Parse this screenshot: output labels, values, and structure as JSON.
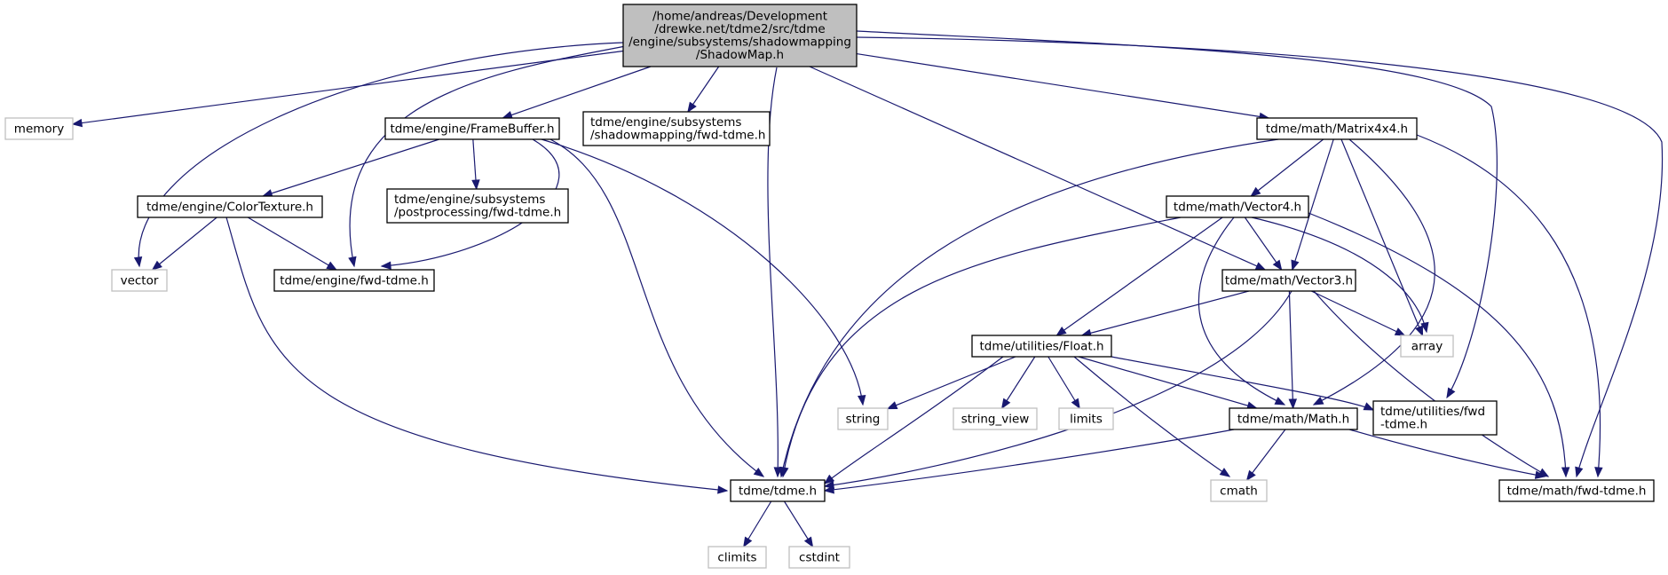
{
  "colors": {
    "edge": "#191970",
    "root_fill": "#bfbfbf",
    "root_stroke": "#000000",
    "node_fill": "#ffffff",
    "node_stroke": "#000000",
    "system_stroke": "#bfbfbf"
  },
  "nodes": {
    "root": {
      "lines": [
        "/home/andreas/Development",
        "/drewke.net/tdme2/src/tdme",
        "/engine/subsystems/shadowmapping",
        "/ShadowMap.h"
      ],
      "kind": "root"
    },
    "memory": {
      "lines": [
        "memory"
      ],
      "kind": "system"
    },
    "vector": {
      "lines": [
        "vector"
      ],
      "kind": "system"
    },
    "framebuffer": {
      "lines": [
        "tdme/engine/FrameBuffer.h"
      ],
      "kind": "header"
    },
    "smfwd": {
      "lines": [
        "tdme/engine/subsystems",
        "/shadowmapping/fwd-tdme.h"
      ],
      "kind": "header"
    },
    "colortexture": {
      "lines": [
        "tdme/engine/ColorTexture.h"
      ],
      "kind": "header"
    },
    "ppfwd": {
      "lines": [
        "tdme/engine/subsystems",
        "/postprocessing/fwd-tdme.h"
      ],
      "kind": "header"
    },
    "enginefwd": {
      "lines": [
        "tdme/engine/fwd-tdme.h"
      ],
      "kind": "header"
    },
    "matrix": {
      "lines": [
        "tdme/math/Matrix4x4.h"
      ],
      "kind": "header"
    },
    "vector4": {
      "lines": [
        "tdme/math/Vector4.h"
      ],
      "kind": "header"
    },
    "vector3": {
      "lines": [
        "tdme/math/Vector3.h"
      ],
      "kind": "header"
    },
    "array": {
      "lines": [
        "array"
      ],
      "kind": "system"
    },
    "float": {
      "lines": [
        "tdme/utilities/Float.h"
      ],
      "kind": "header"
    },
    "string": {
      "lines": [
        "string"
      ],
      "kind": "system"
    },
    "string_view": {
      "lines": [
        "string_view"
      ],
      "kind": "system"
    },
    "limits": {
      "lines": [
        "limits"
      ],
      "kind": "system"
    },
    "mathh": {
      "lines": [
        "tdme/math/Math.h"
      ],
      "kind": "header"
    },
    "utilfwd": {
      "lines": [
        "tdme/utilities/fwd",
        "-tdme.h"
      ],
      "kind": "header"
    },
    "tdme": {
      "lines": [
        "tdme/tdme.h"
      ],
      "kind": "header"
    },
    "cmath": {
      "lines": [
        "cmath"
      ],
      "kind": "system"
    },
    "mathfwd": {
      "lines": [
        "tdme/math/fwd-tdme.h"
      ],
      "kind": "header"
    },
    "climits": {
      "lines": [
        "climits"
      ],
      "kind": "system"
    },
    "cstdint": {
      "lines": [
        "cstdint"
      ],
      "kind": "system"
    }
  },
  "edges": [
    [
      "root",
      "memory"
    ],
    [
      "root",
      "vector"
    ],
    [
      "root",
      "framebuffer"
    ],
    [
      "root",
      "smfwd"
    ],
    [
      "root",
      "enginefwd"
    ],
    [
      "root",
      "tdme"
    ],
    [
      "root",
      "matrix"
    ],
    [
      "root",
      "vector3"
    ],
    [
      "root",
      "utilfwd"
    ],
    [
      "root",
      "mathfwd"
    ],
    [
      "framebuffer",
      "colortexture"
    ],
    [
      "framebuffer",
      "ppfwd"
    ],
    [
      "framebuffer",
      "enginefwd"
    ],
    [
      "framebuffer",
      "string"
    ],
    [
      "framebuffer",
      "tdme"
    ],
    [
      "colortexture",
      "vector"
    ],
    [
      "colortexture",
      "enginefwd"
    ],
    [
      "colortexture",
      "tdme"
    ],
    [
      "matrix",
      "vector4"
    ],
    [
      "matrix",
      "vector3"
    ],
    [
      "matrix",
      "array"
    ],
    [
      "matrix",
      "mathh"
    ],
    [
      "matrix",
      "tdme"
    ],
    [
      "matrix",
      "mathfwd"
    ],
    [
      "vector4",
      "vector3"
    ],
    [
      "vector4",
      "float"
    ],
    [
      "vector4",
      "mathh"
    ],
    [
      "vector4",
      "array"
    ],
    [
      "vector4",
      "tdme"
    ],
    [
      "vector4",
      "mathfwd"
    ],
    [
      "vector3",
      "float"
    ],
    [
      "vector3",
      "mathh"
    ],
    [
      "vector3",
      "array"
    ],
    [
      "vector3",
      "tdme"
    ],
    [
      "vector3",
      "mathfwd"
    ],
    [
      "float",
      "string"
    ],
    [
      "float",
      "string_view"
    ],
    [
      "float",
      "limits"
    ],
    [
      "float",
      "mathh"
    ],
    [
      "float",
      "cmath"
    ],
    [
      "float",
      "utilfwd"
    ],
    [
      "float",
      "tdme"
    ],
    [
      "mathh",
      "tdme"
    ],
    [
      "mathh",
      "cmath"
    ],
    [
      "mathh",
      "mathfwd"
    ],
    [
      "tdme",
      "climits"
    ],
    [
      "tdme",
      "cstdint"
    ]
  ]
}
